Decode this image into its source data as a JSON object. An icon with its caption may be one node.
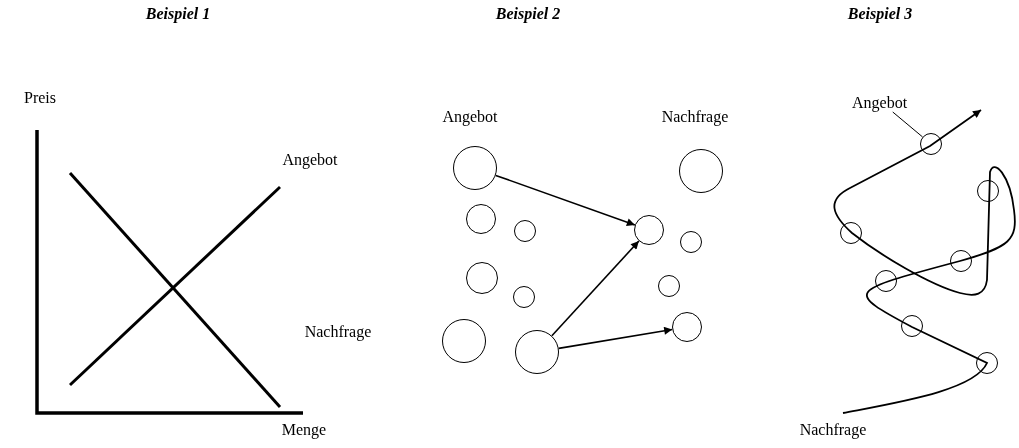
{
  "diagram": {
    "nodes": [
      {
        "text": [],
        "shape": "circle"
      },
      {
        "text": [],
        "shape": "circle"
      },
      {
        "text": [],
        "shape": "circle"
      },
      {
        "text": [],
        "shape": "circle"
      },
      {
        "text": [],
        "shape": "circle"
      },
      {
        "text": [],
        "shape": "circle"
      },
      {
        "text": [],
        "shape": "circle"
      },
      {
        "text": [],
        "shape": "circle"
      },
      {
        "text": [],
        "shape": "circle"
      },
      {
        "text": [],
        "shape": "circle"
      },
      {
        "text": [],
        "shape": "circle"
      },
      {
        "text": [],
        "shape": "circle"
      },
      {
        "text": [
          "Angebot"
        ]
      },
      {
        "text": [],
        "shape": "circle"
      },
      {
        "text": [],
        "shape": "circle"
      },
      {
        "text": [],
        "shape": "circle"
      },
      {
        "text": [],
        "shape": "circle"
      },
      {
        "text": [],
        "shape": "circle"
      },
      {
        "text": [],
        "shape": "circle"
      },
      {
        "text": [],
        "shape": "circle"
      }
    ],
    "edges": [
      {
        "from": 0,
        "to": 4,
        "arrow": "to"
      },
      {
        "from": 11,
        "to": 4,
        "arrow": "to"
      },
      {
        "from": 11,
        "to": 9,
        "arrow": "to"
      },
      {
        "from": 12,
        "to": 13,
        "arrow": "none"
      }
    ],
    "labels": [
      "Beispiel 1",
      "Beispiel 2",
      "Beispiel 3",
      "Preis",
      "Angebot",
      "Nachfrage",
      "Angebot",
      "Nachfrage",
      "Menge",
      "Nachfrage"
    ]
  }
}
